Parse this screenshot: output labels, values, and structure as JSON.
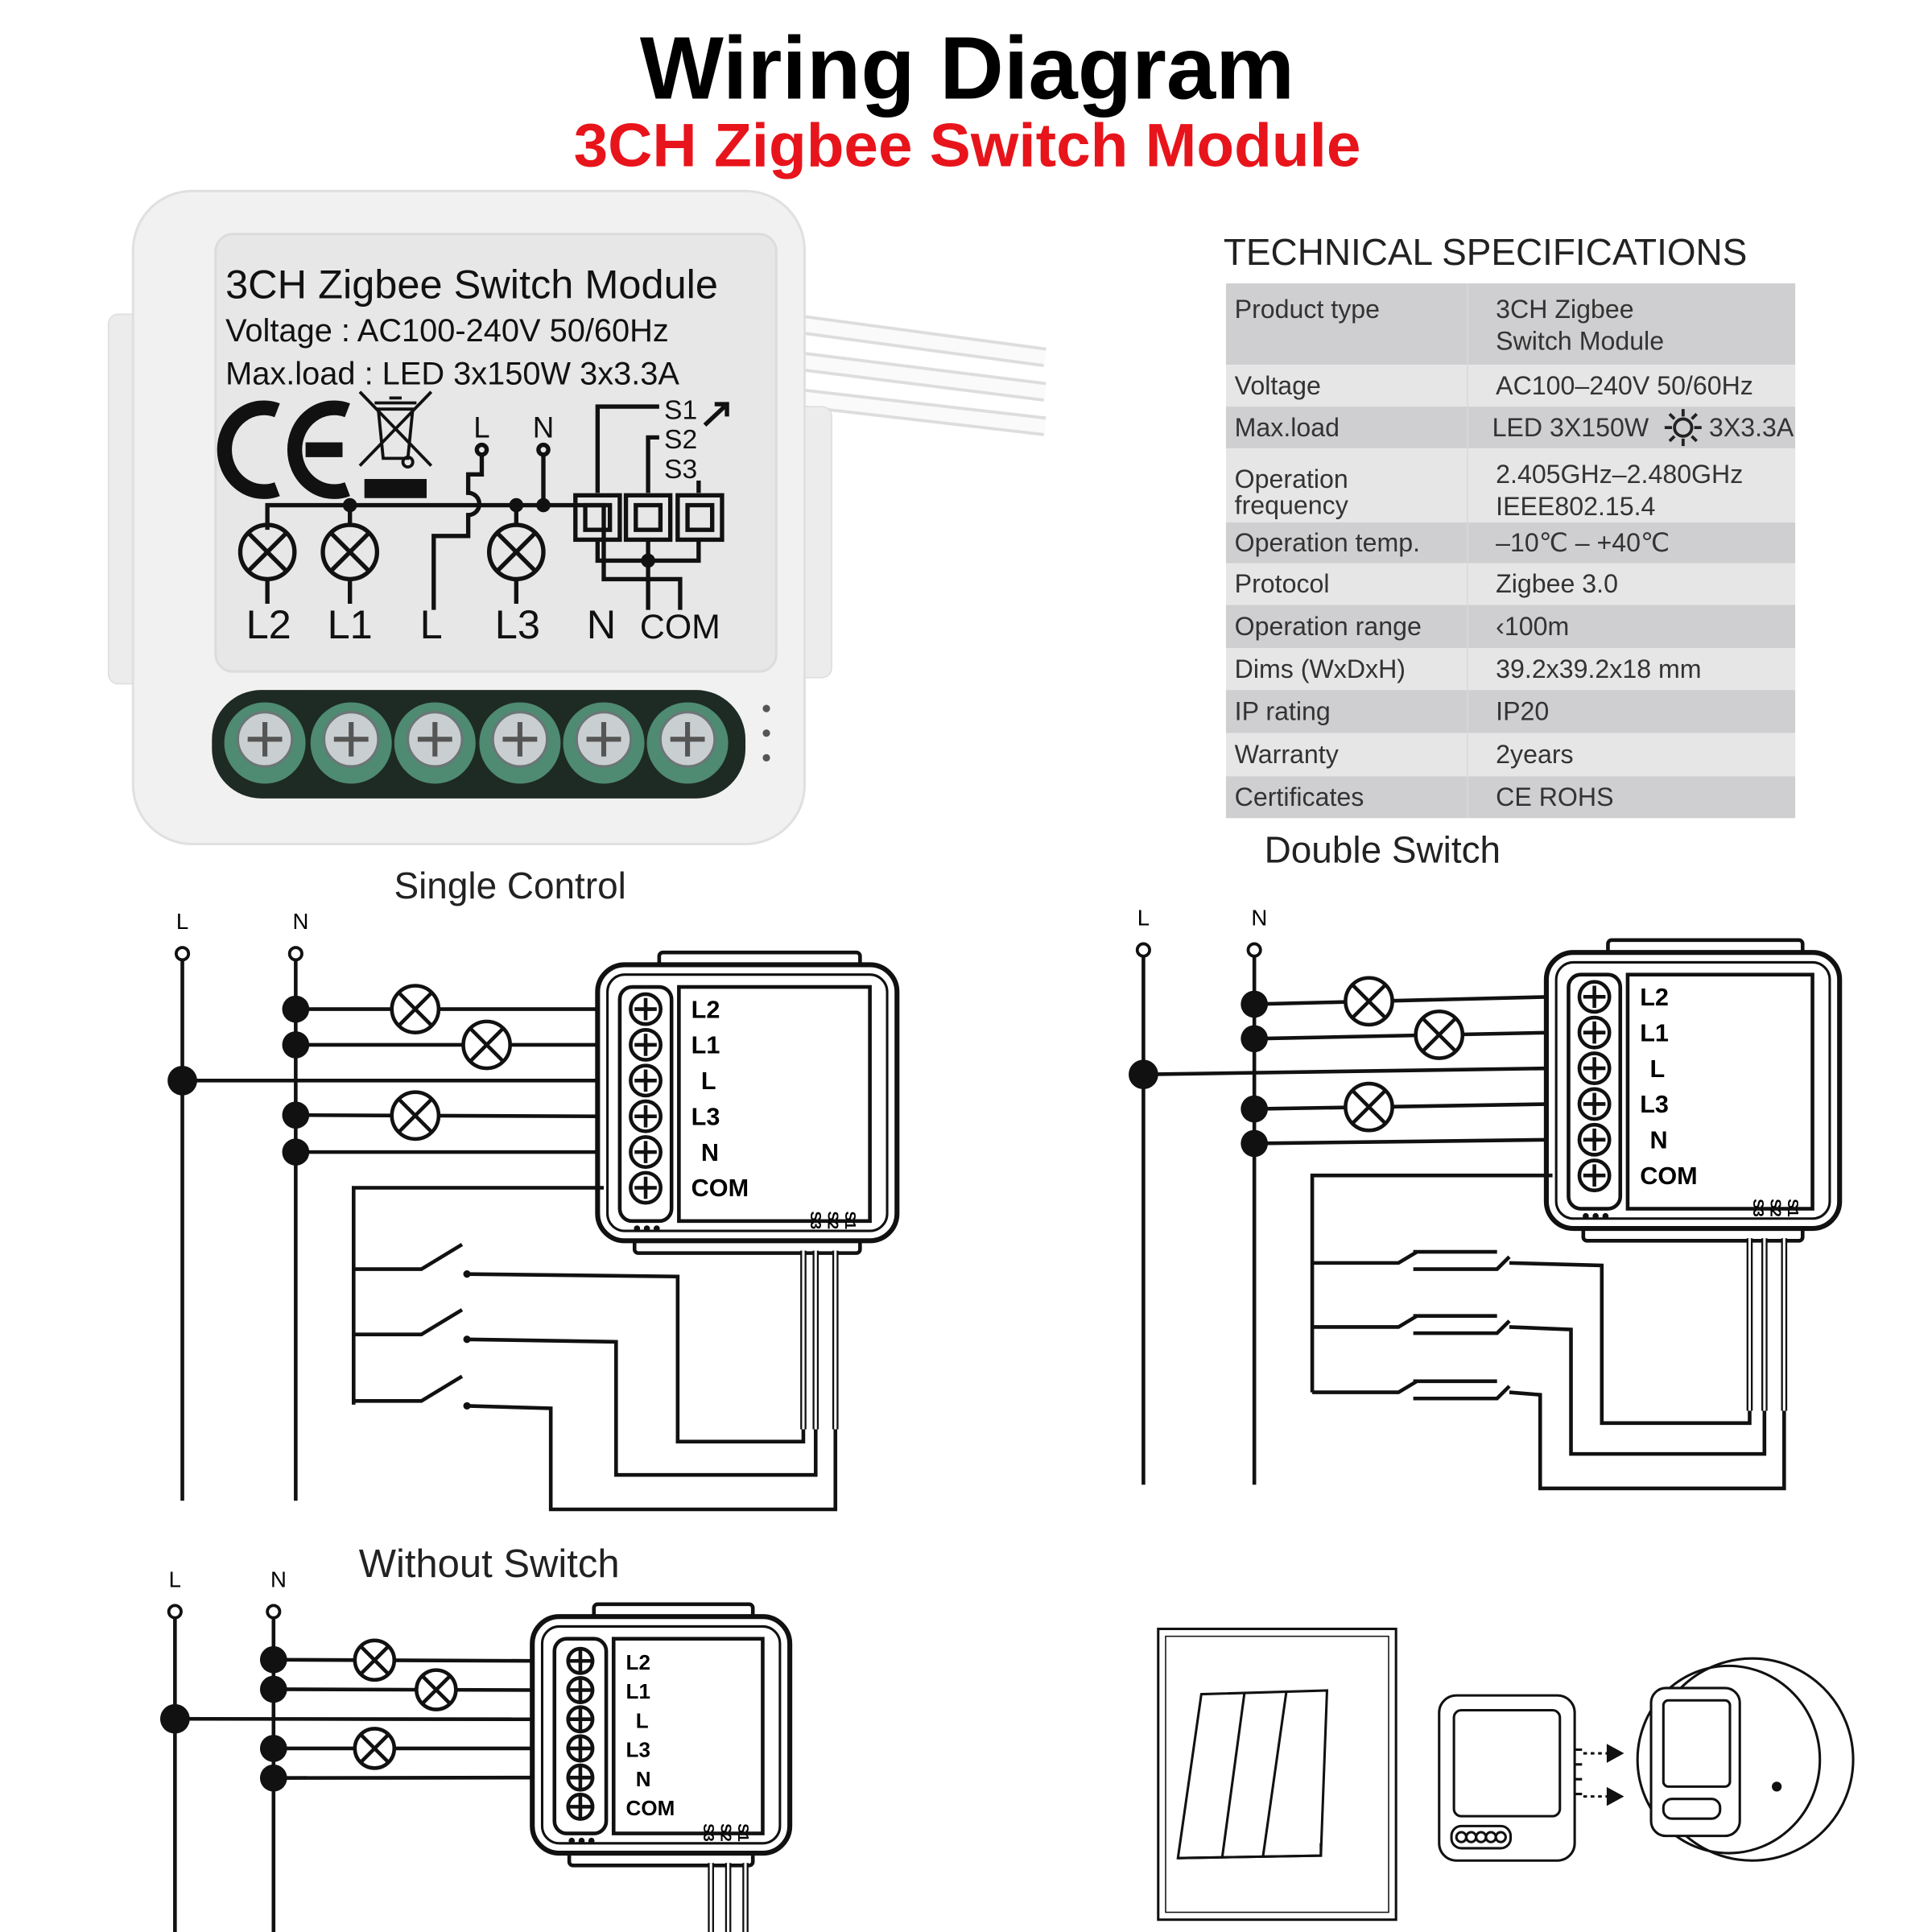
{
  "header": {
    "title": "Wiring Diagram",
    "subtitle": "3CH Zigbee Switch Module",
    "subtitle_color": "#e8141b"
  },
  "product_label": {
    "name": "3CH Zigbee Switch Module",
    "voltage": "Voltage : AC100-240V 50/60Hz",
    "max_load": "Max.load : LED 3x150W  3x3.3A",
    "input_labels": [
      "L",
      "N"
    ],
    "switch_labels": [
      "S1",
      "S2",
      "S3"
    ],
    "terminal_labels": [
      "L2",
      "L1",
      "L",
      "L3",
      "N",
      "COM"
    ],
    "icons": [
      "ce-mark-icon",
      "weee-bin-icon",
      "lamp-icon",
      "switch-icon",
      "arrow-icon"
    ],
    "terminal_color": "#4f8a72"
  },
  "specs": {
    "title": "TECHNICAL SPECIFICATIONS",
    "rows": [
      {
        "label": "Product type",
        "value": [
          "3CH Zigbee",
          "Switch Module"
        ]
      },
      {
        "label": "Voltage",
        "value": [
          "AC100–240V 50/60Hz"
        ]
      },
      {
        "label": "Max.load",
        "value": [
          "LED 3X150W",
          "3X3.3A"
        ]
      },
      {
        "label": "Operation frequency",
        "value": [
          "2.405GHz–2.480GHz",
          "IEEE802.15.4"
        ]
      },
      {
        "label": "Operation temp.",
        "value": [
          "–10℃  –  +40℃"
        ]
      },
      {
        "label": "Protocol",
        "value": [
          "Zigbee  3.0"
        ]
      },
      {
        "label": "Operation range",
        "value": [
          "‹100m"
        ]
      },
      {
        "label": "Dims (WxDxH)",
        "value": [
          "39.2x39.2x18 mm"
        ]
      },
      {
        "label": "IP rating",
        "value": [
          "IP20"
        ]
      },
      {
        "label": "Warranty",
        "value": [
          "2years"
        ]
      },
      {
        "label": "Certificates",
        "value": [
          "CE ROHS"
        ]
      }
    ],
    "row_colors": [
      "#cfcfd1",
      "#e6e6e6"
    ]
  },
  "diagrams": {
    "single": {
      "title": "Single Control",
      "l_label": "L",
      "n_label": "N"
    },
    "double": {
      "title": "Double Switch",
      "l_label": "L",
      "n_label": "N"
    },
    "without": {
      "title": "Without Switch",
      "l_label": "L",
      "n_label": "N"
    },
    "terminal_labels": [
      "L2",
      "L1",
      "L",
      "L3",
      "N",
      "COM"
    ],
    "s_labels": [
      "S3",
      "S2",
      "S1"
    ]
  }
}
